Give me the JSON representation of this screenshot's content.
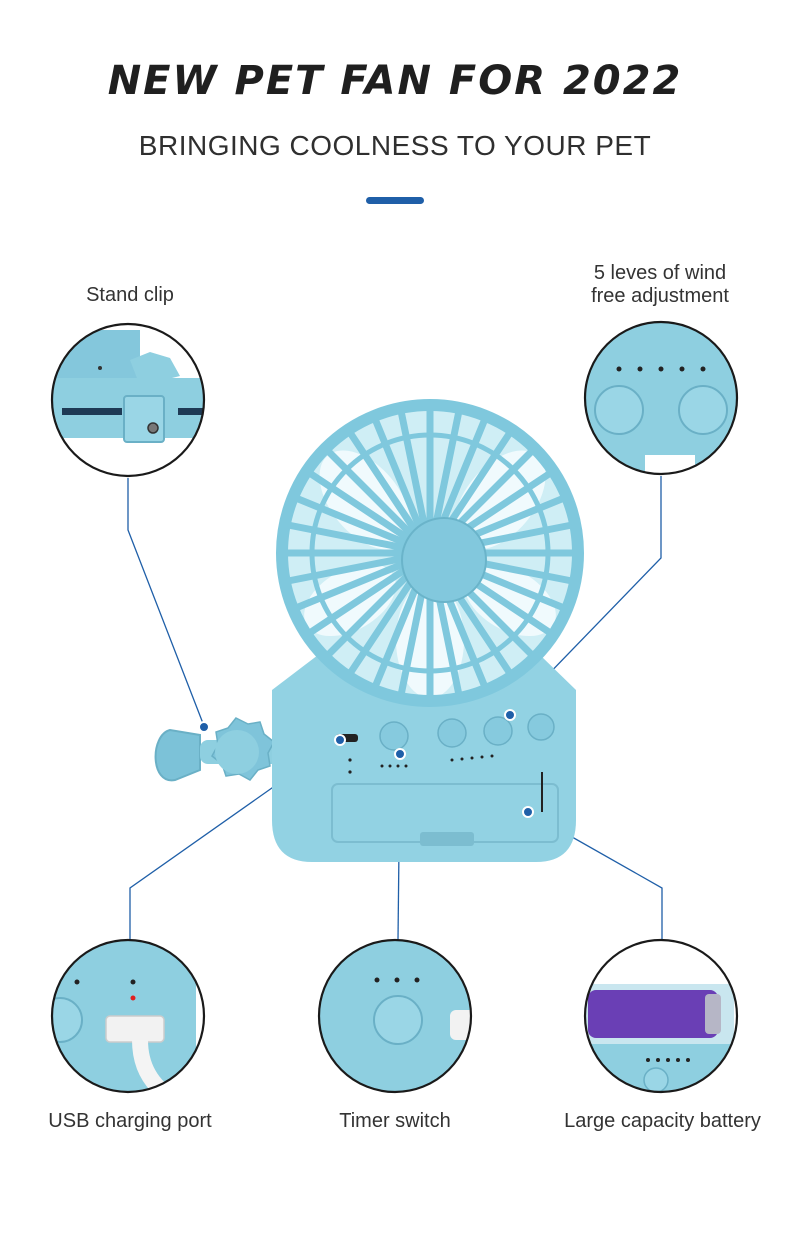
{
  "header": {
    "title": "NEW PET FAN FOR 2022",
    "subtitle": "BRINGING COOLNESS TO YOUR PET"
  },
  "callouts": {
    "stand_clip": "Stand clip",
    "wind_line1": "5 leves of wind",
    "wind_line2": "free adjustment",
    "usb_port": "USB charging port",
    "timer_switch": "Timer switch",
    "battery": "Large capacity battery"
  },
  "colors": {
    "accent": "#1f5fa8",
    "fan_body": "#8ecfe0",
    "battery": "#6a3fb5"
  }
}
